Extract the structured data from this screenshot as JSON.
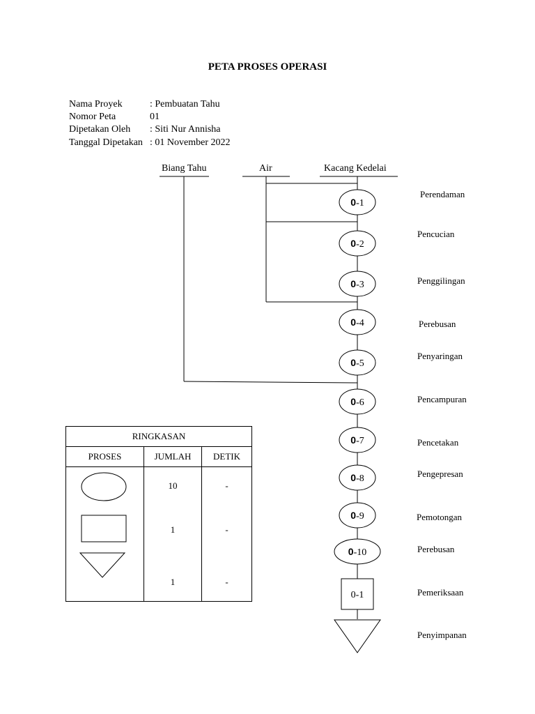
{
  "title": "PETA PROSES OPERASI",
  "info": [
    {
      "label": "Nama Proyek",
      "value": ": Pembuatan Tahu"
    },
    {
      "label": "Nomor Peta",
      "value": "  01"
    },
    {
      "label": "Dipetakan Oleh",
      "value": ": Siti Nur Annisha"
    },
    {
      "label": "Tanggal Dipetakan",
      "value": ": 01 November 2022"
    }
  ],
  "sources": [
    "Biang Tahu",
    "Air",
    "Kacang Kedelai"
  ],
  "steps": [
    {
      "code": "0",
      "num": "-1",
      "label": "Perendaman",
      "shape": "operation"
    },
    {
      "code": "0",
      "num": "-2",
      "label": "Pencucian",
      "shape": "operation"
    },
    {
      "code": "0",
      "num": "-3",
      "label": "Penggilingan",
      "shape": "operation"
    },
    {
      "code": "0",
      "num": "-4",
      "label": "Perebusan",
      "shape": "operation"
    },
    {
      "code": "0",
      "num": "-5",
      "label": "Penyaringan",
      "shape": "operation"
    },
    {
      "code": "0",
      "num": "-6",
      "label": "Pencampuran",
      "shape": "operation"
    },
    {
      "code": "0",
      "num": "-7",
      "label": "Pencetakan",
      "shape": "operation"
    },
    {
      "code": "0",
      "num": "-8",
      "label": "Pengepresan",
      "shape": "operation"
    },
    {
      "code": "0",
      "num": "-9",
      "label": "Pemotongan",
      "shape": "operation"
    },
    {
      "code": "0",
      "num": "-10",
      "label": "Perebusan",
      "shape": "operation"
    },
    {
      "code": "",
      "num": "0-1",
      "label": "Pemeriksaan",
      "shape": "inspection"
    },
    {
      "code": "",
      "num": "",
      "label": "Penyimpanan",
      "shape": "storage"
    }
  ],
  "summary": {
    "title": "RINGKASAN",
    "headers": [
      "PROSES",
      "JUMLAH",
      "DETIK"
    ],
    "rows": [
      {
        "shape": "operation",
        "jumlah": "10",
        "detik": "-"
      },
      {
        "shape": "inspection",
        "jumlah": "1",
        "detik": "-"
      },
      {
        "shape": "storage",
        "jumlah": "1",
        "detik": "-"
      }
    ]
  }
}
